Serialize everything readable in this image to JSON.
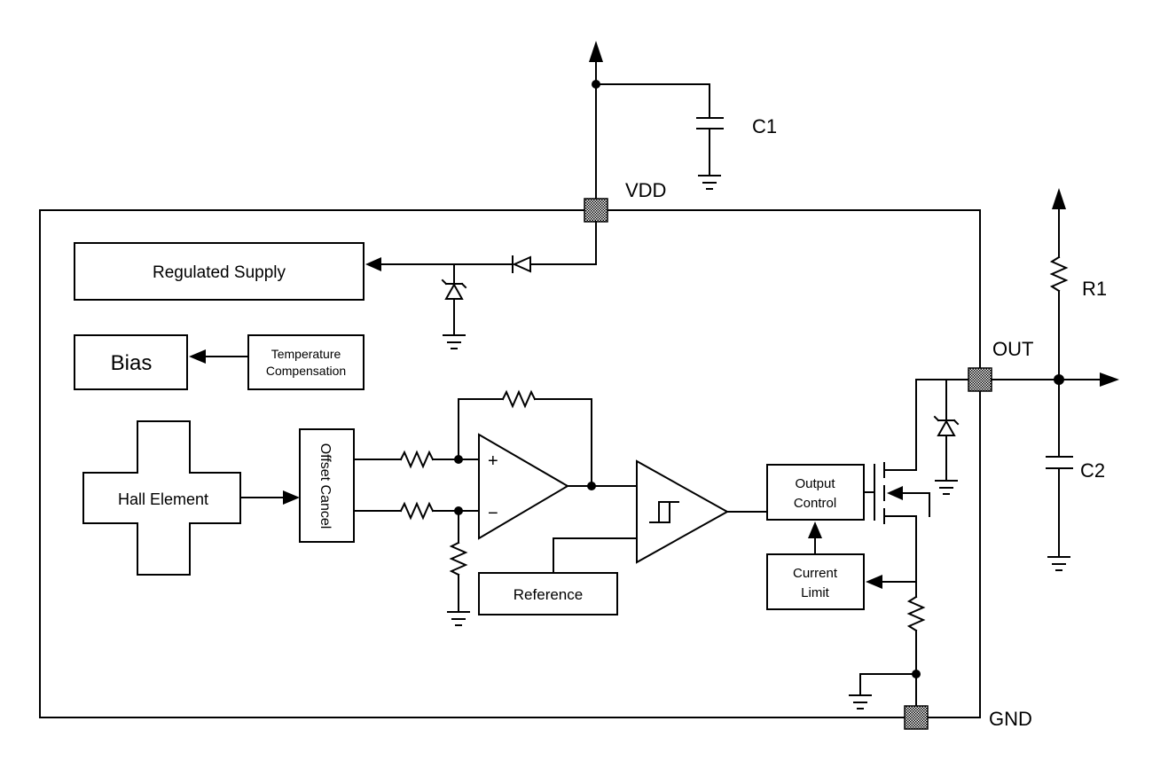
{
  "pins": {
    "vdd": "VDD",
    "out": "OUT",
    "gnd": "GND"
  },
  "external": {
    "c1": "C1",
    "c2": "C2",
    "r1": "R1"
  },
  "blocks": {
    "regulated_supply": "Regulated Supply",
    "bias": "Bias",
    "temp_comp_line1": "Temperature",
    "temp_comp_line2": "Compensation",
    "hall_element": "Hall Element",
    "offset_cancel": "Offset Cancel",
    "reference": "Reference",
    "output_control_line1": "Output",
    "output_control_line2": "Control",
    "current_limit_line1": "Current",
    "current_limit_line2": "Limit"
  },
  "opamp": {
    "plus": "+",
    "minus": "−"
  }
}
